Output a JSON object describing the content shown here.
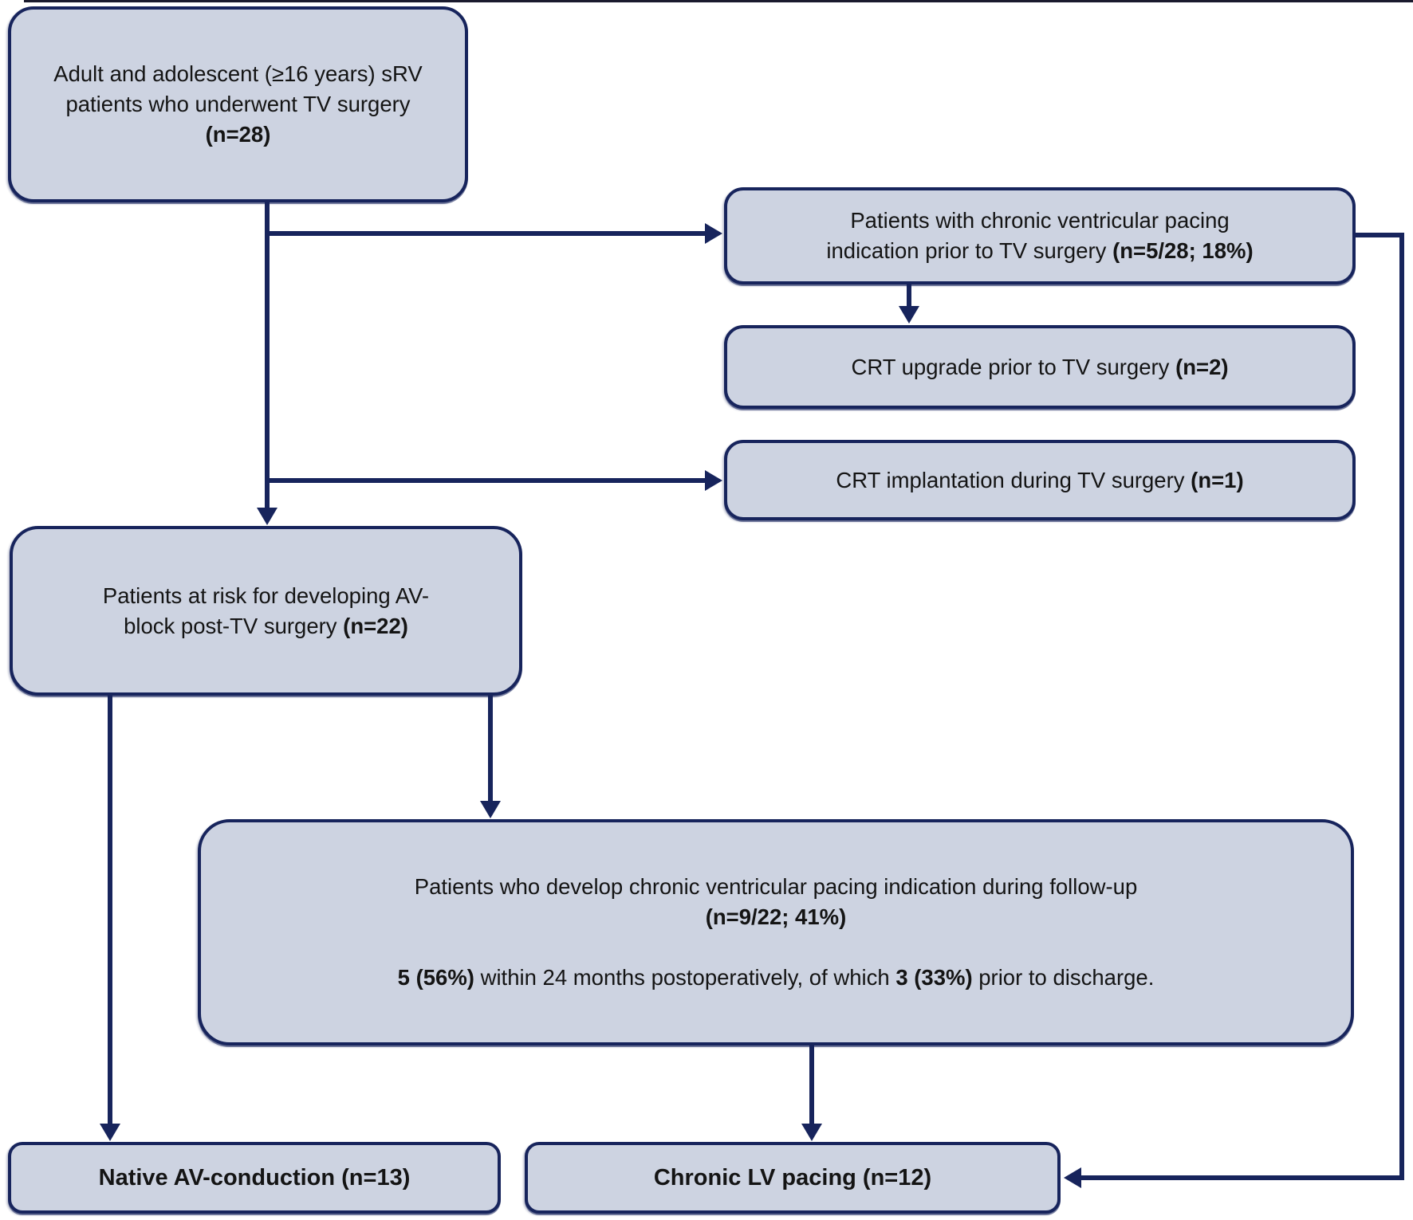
{
  "colors": {
    "box_fill": "#cdd3e1",
    "box_border": "#17245c",
    "connector": "#17245c",
    "text": "#141414",
    "background": "#ffffff"
  },
  "boxes": {
    "total_cohort": {
      "line1": "Adult and adolescent (≥16 years) sRV",
      "line2": "patients who underwent TV surgery",
      "count_bold": "(n=28)"
    },
    "prior_pacing_indication": {
      "line1": "Patients with chronic ventricular pacing",
      "line2_text": "indication prior to TV surgery ",
      "line2_count_bold": "(n=5/28; 18%)"
    },
    "crt_upgrade": {
      "text": "CRT upgrade prior to TV surgery ",
      "count_bold": "(n=2)"
    },
    "crt_implantation": {
      "text": "CRT implantation during TV surgery ",
      "count_bold": "(n=1)"
    },
    "at_risk": {
      "line1": "Patients at risk for developing AV-",
      "line2_text": "block post-TV surgery ",
      "line2_count_bold": "(n=22)"
    },
    "developed_pacing_indication": {
      "line1": "Patients who develop chronic ventricular pacing indication during follow-up",
      "count_bold": "(n=9/22; 41%)",
      "detail_bold1": "5 (56%)",
      "detail_text1": " within 24 months postoperatively, of which ",
      "detail_bold2": "3 (33%)",
      "detail_text2": " prior to discharge."
    },
    "native_av_conduction": {
      "label_bold": "Native AV-conduction (n=13)"
    },
    "chronic_lv_pacing": {
      "label_bold": "Chronic LV pacing (n=12)"
    }
  }
}
